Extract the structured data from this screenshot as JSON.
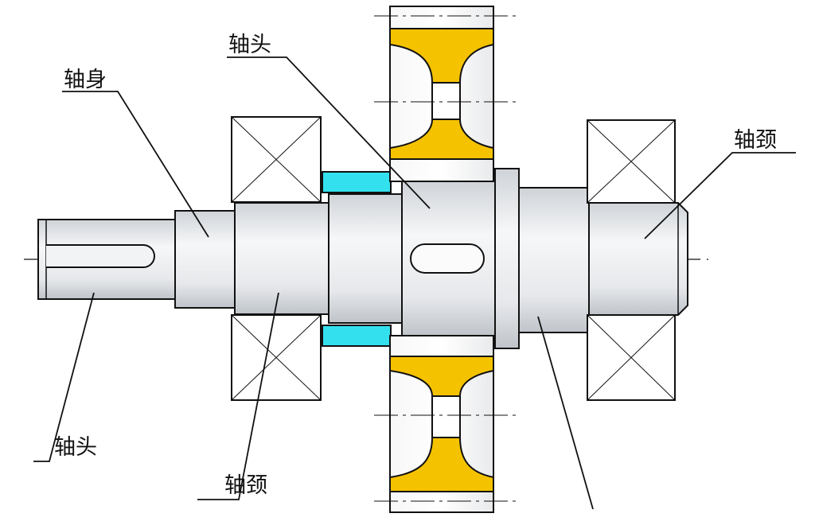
{
  "labels": {
    "shaft_body": "轴身",
    "shaft_head_top": "轴头",
    "shaft_neck_right": "轴颈",
    "shaft_head_bottom": "轴头",
    "shaft_neck_bottom": "轴颈"
  },
  "colors": {
    "gear_web": "#f5c200",
    "spacer": "#33e0ee",
    "shaft_fill": "#e8eaed",
    "stroke": "#111111",
    "background": "#ffffff"
  }
}
